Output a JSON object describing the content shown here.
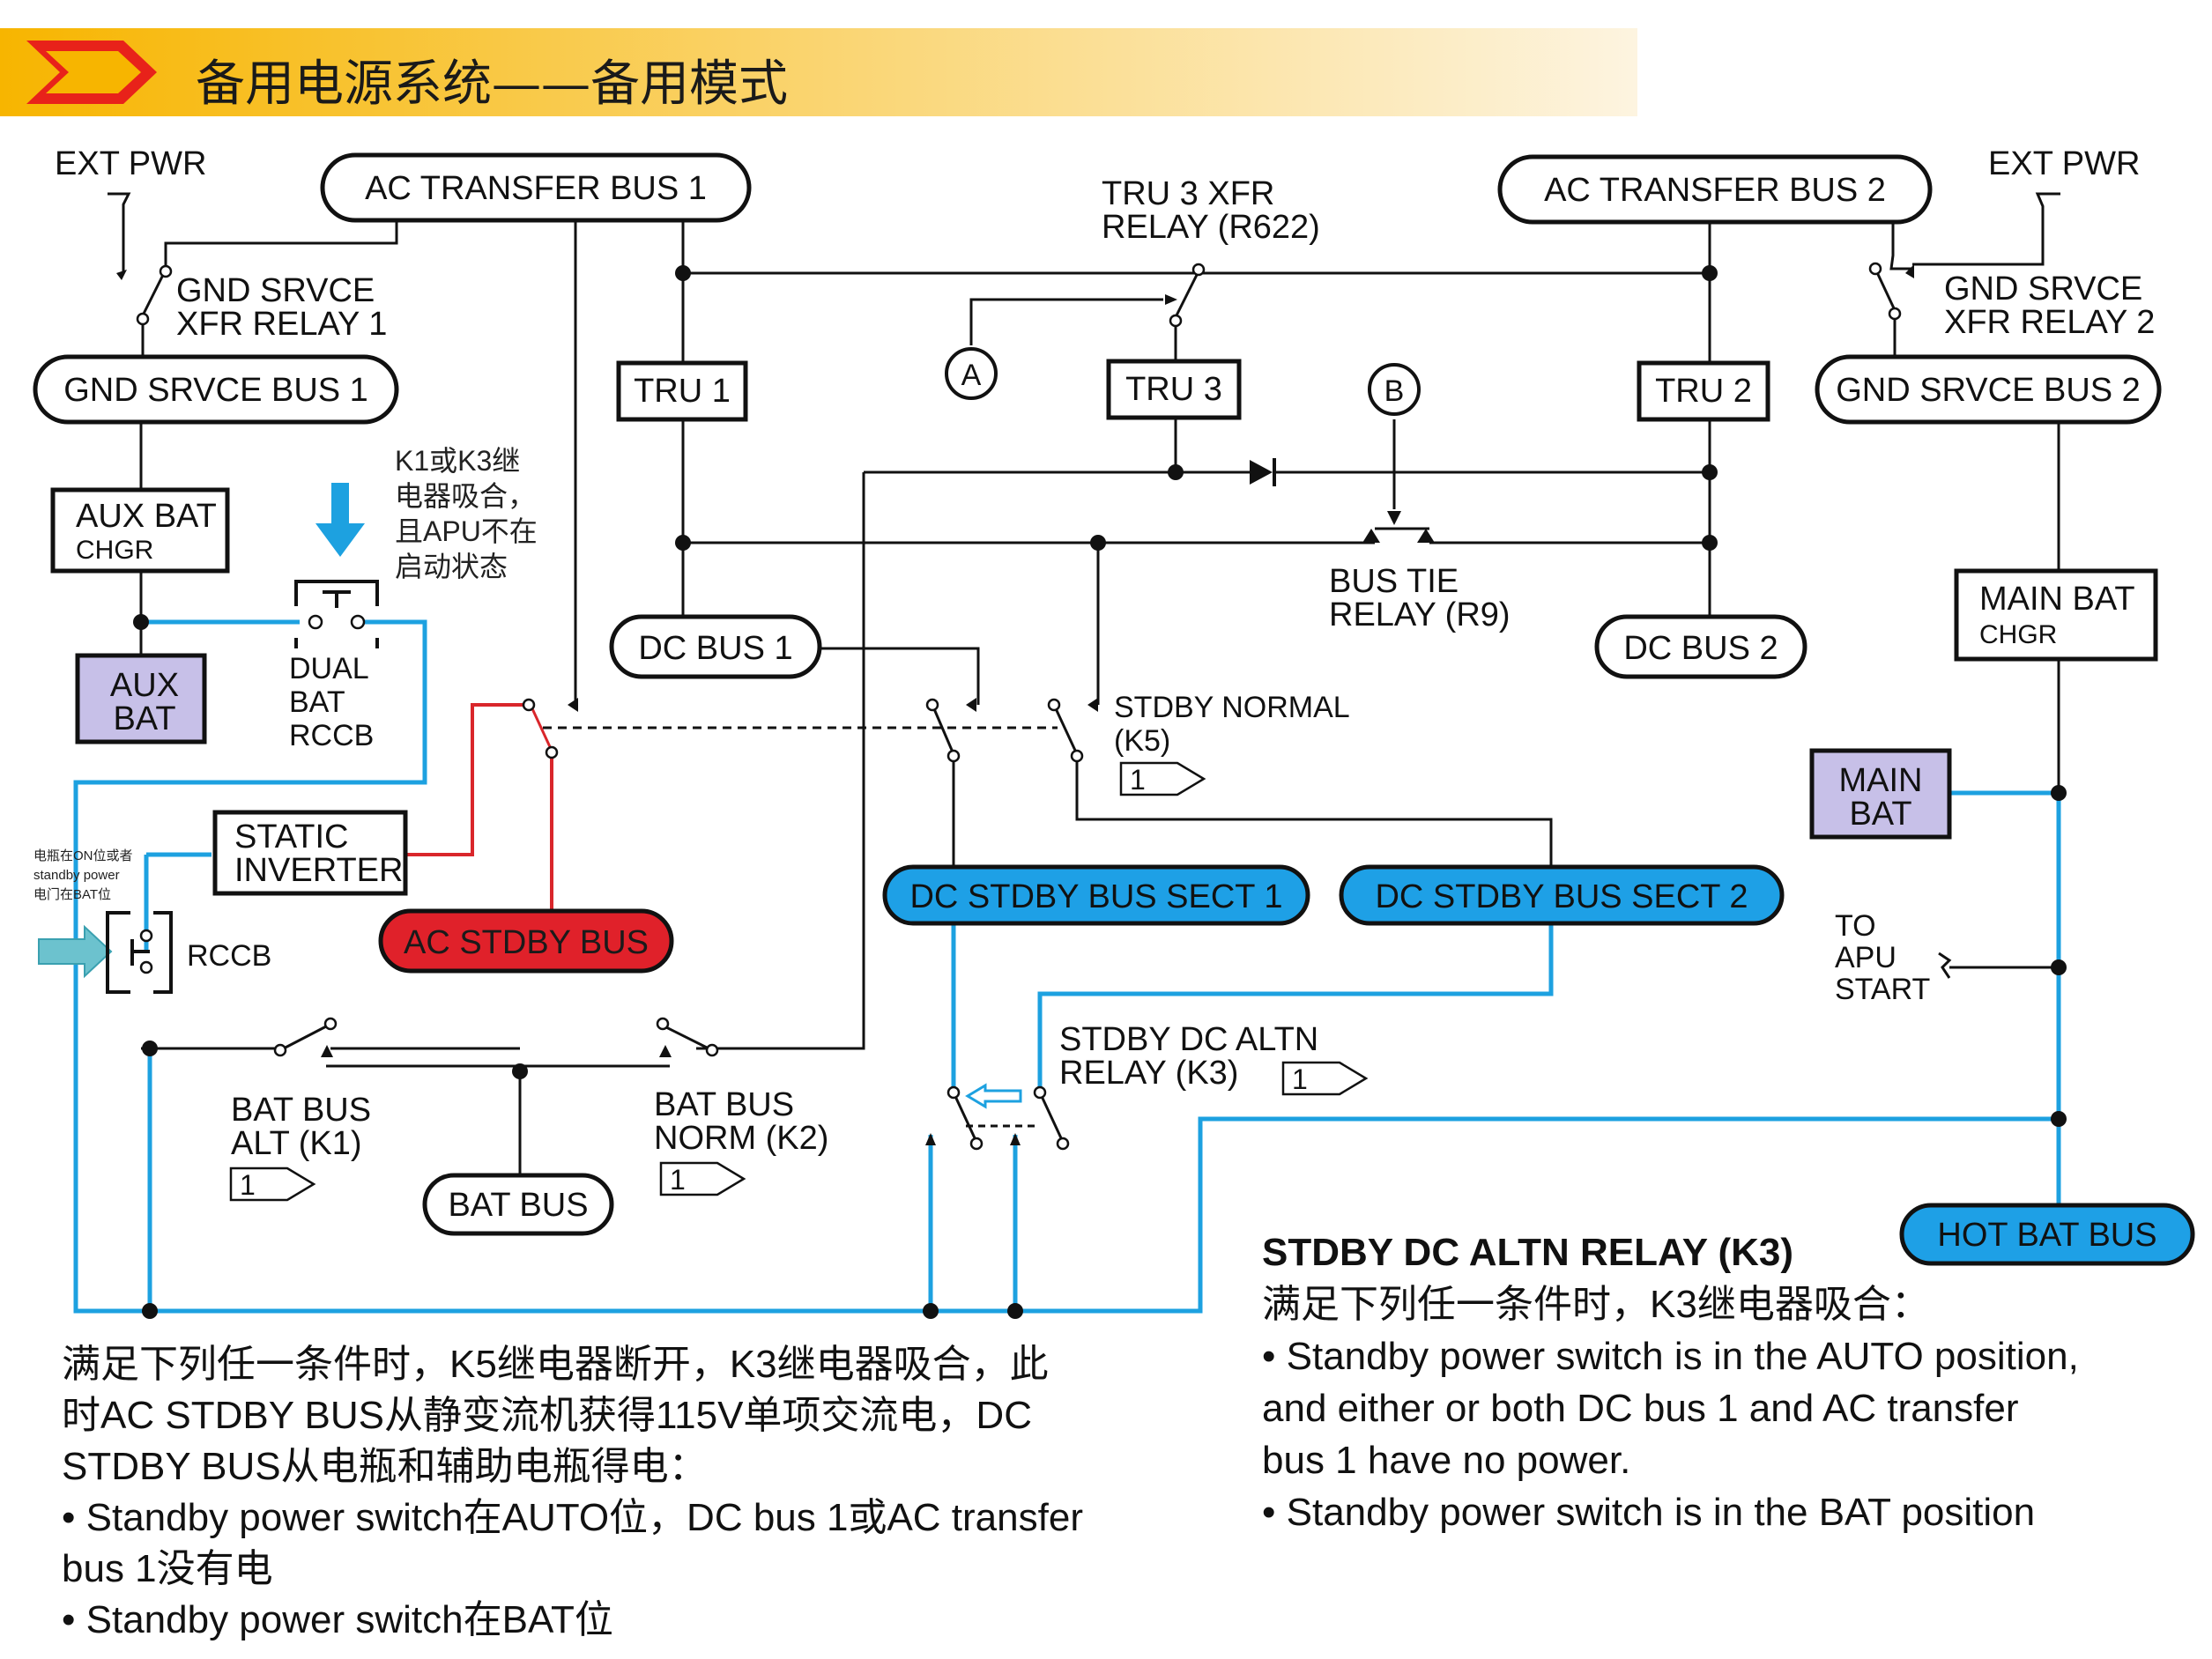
{
  "page": {
    "title": "备用电源系统——备用模式"
  },
  "labels": {
    "ext_pwr_1": "EXT PWR",
    "ext_pwr_2": "EXT PWR",
    "ac_transfer_bus_1": "AC TRANSFER BUS 1",
    "ac_transfer_bus_2": "AC TRANSFER BUS 2",
    "tru3_xfr_relay_l1": "TRU 3 XFR",
    "tru3_xfr_relay_l2": "RELAY (R622)",
    "gnd_srvce_xfr_relay_1_l1": "GND SRVCE",
    "gnd_srvce_xfr_relay_1_l2": "XFR RELAY 1",
    "gnd_srvce_xfr_relay_2_l1": "GND SRVCE",
    "gnd_srvce_xfr_relay_2_l2": "XFR RELAY 2",
    "gnd_srvce_bus_1": "GND SRVCE BUS 1",
    "gnd_srvce_bus_2": "GND SRVCE BUS 2",
    "tru_1": "TRU 1",
    "tru_2": "TRU 2",
    "tru_3": "TRU 3",
    "point_a": "A",
    "point_b": "B",
    "k1k3_note_l1": "K1或K3继",
    "k1k3_note_l2": "电器吸合，",
    "k1k3_note_l3": "且APU不在",
    "k1k3_note_l4": "启动状态",
    "aux_bat_chgr_l1": "AUX BAT",
    "aux_bat_chgr_l2": "CHGR",
    "aux_bat_l1": "AUX",
    "aux_bat_l2": "BAT",
    "dual_bat_rccb_l1": "DUAL",
    "dual_bat_rccb_l2": "BAT",
    "dual_bat_rccb_l3": "RCCB",
    "bus_tie_relay_l1": "BUS TIE",
    "bus_tie_relay_l2": "RELAY (R9)",
    "dc_bus_1": "DC BUS 1",
    "dc_bus_2": "DC BUS 2",
    "main_bat_chgr_l1": "MAIN BAT",
    "main_bat_chgr_l2": "CHGR",
    "stdby_normal_l1": "STDBY NORMAL",
    "stdby_normal_l2": "(K5)",
    "flag_one": "1",
    "static_inverter_l1": "STATIC",
    "static_inverter_l2": "INVERTER",
    "main_bat_l1": "MAIN",
    "main_bat_l2": "BAT",
    "small_note_l1": "电瓶在ON位或者",
    "small_note_l2": "standby power",
    "small_note_l3": "电门在BAT位",
    "rccb": "RCCB",
    "ac_stdby_bus": "AC STDBY BUS",
    "dc_stdby_bus_sect_1": "DC STDBY BUS SECT 1",
    "dc_stdby_bus_sect_2": "DC STDBY BUS SECT 2",
    "to_apu_start_l1": "TO",
    "to_apu_start_l2": "APU",
    "to_apu_start_l3": "START",
    "stdby_dc_altn_relay_l1": "STDBY DC ALTN",
    "stdby_dc_altn_relay_l2": "RELAY (K3)",
    "bat_bus_alt_l1": "BAT BUS",
    "bat_bus_alt_l2": "ALT (K1)",
    "bat_bus_norm_l1": "BAT BUS",
    "bat_bus_norm_l2": "NORM (K2)",
    "bat_bus": "BAT BUS",
    "hot_bat_bus": "HOT BAT BUS"
  },
  "notes_right": {
    "heading": "STDBY DC ALTN RELAY (K3)",
    "line1": "满足下列任一条件时，K3继电器吸合：",
    "line2": "• Standby power switch is in the AUTO position,",
    "line3": "and either or both DC bus 1 and AC transfer",
    "line4": "bus 1 have no power.",
    "line5": "• Standby power switch is in the BAT position"
  },
  "notes_left": {
    "line1": "满足下列任一条件时，K5继电器断开，K3继电器吸合，此",
    "line2": "时AC STDBY BUS从静变流机获得115V单项交流电，DC",
    "line3": "STDBY BUS从电瓶和辅助电瓶得电：",
    "line4": "• Standby power switch在AUTO位，DC bus 1或AC transfer",
    "line5": "bus 1没有电",
    "line6": "• Standby power switch在BAT位"
  },
  "colors": {
    "title_band_start": "#f7b500",
    "title_band_end": "#fdf4e0",
    "title_chevron": "#e8221a",
    "blue_bus_fill": "#1ea0e6",
    "red_bus_fill": "#e0212a",
    "battery_fill": "#c7c0e8",
    "blue_wire": "#1da1e0",
    "red_wire": "#d9262b",
    "black_wire": "#111111"
  },
  "icons": {
    "title_marker": "chevron-right-icon",
    "down_arrow": "arrow-down-icon",
    "right_arrow": "arrow-right-icon",
    "left_arrow": "arrow-left-icon"
  }
}
